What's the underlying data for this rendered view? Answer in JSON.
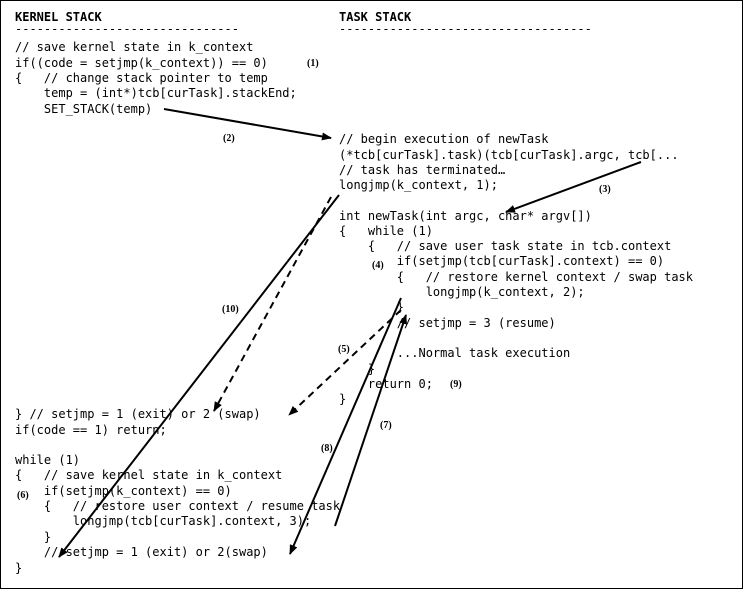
{
  "kernel": {
    "header": "KERNEL STACK",
    "rule": "-------------------------------",
    "lines": [
      "// save kernel state in k_context",
      "if((code = setjmp(k_context)) == 0)",
      "{   // change stack pointer to temp",
      "    temp = (int*)tcb[curTask].stackEnd;",
      "    SET_STACK(temp)"
    ],
    "lines_bottom": [
      "} // setjmp = 1 (exit) or 2 (swap)",
      "if(code == 1) return;",
      "",
      "while (1)",
      "{   // save kernel state in k_context",
      "    if(setjmp(k_context) == 0)",
      "    {   // restore user context / resume task",
      "        longjmp(tcb[curTask].context, 3);",
      "    }",
      "    // setjmp = 1 (exit) or 2(swap)",
      "}"
    ]
  },
  "task": {
    "header": "TASK STACK",
    "rule": "-----------------------------------",
    "lines_a": [
      "// begin execution of newTask",
      "(*tcb[curTask].task)(tcb[curTask].argc, tcb[...",
      "// task has terminated…",
      "longjmp(k_context, 1);"
    ],
    "lines_b": [
      "int newTask(int argc, char* argv[])",
      "{   while (1)",
      "    {   // save user task state in tcb.context",
      "        if(setjmp(tcb[curTask].context) == 0)",
      "        {   // restore kernel context / swap task",
      "            longjmp(k_context, 2);",
      "        }",
      "        // setjmp = 3 (resume)",
      "",
      "        ...Normal task execution",
      "    }",
      "    return 0;",
      "}"
    ]
  },
  "labels": {
    "n1": "(1)",
    "n2": "(2)",
    "n3": "(3)",
    "n4": "(4)",
    "n5": "(5)",
    "n6": "(6)",
    "n7": "(7)",
    "n8": "(8)",
    "n9": "(9)",
    "n10": "(10)"
  }
}
